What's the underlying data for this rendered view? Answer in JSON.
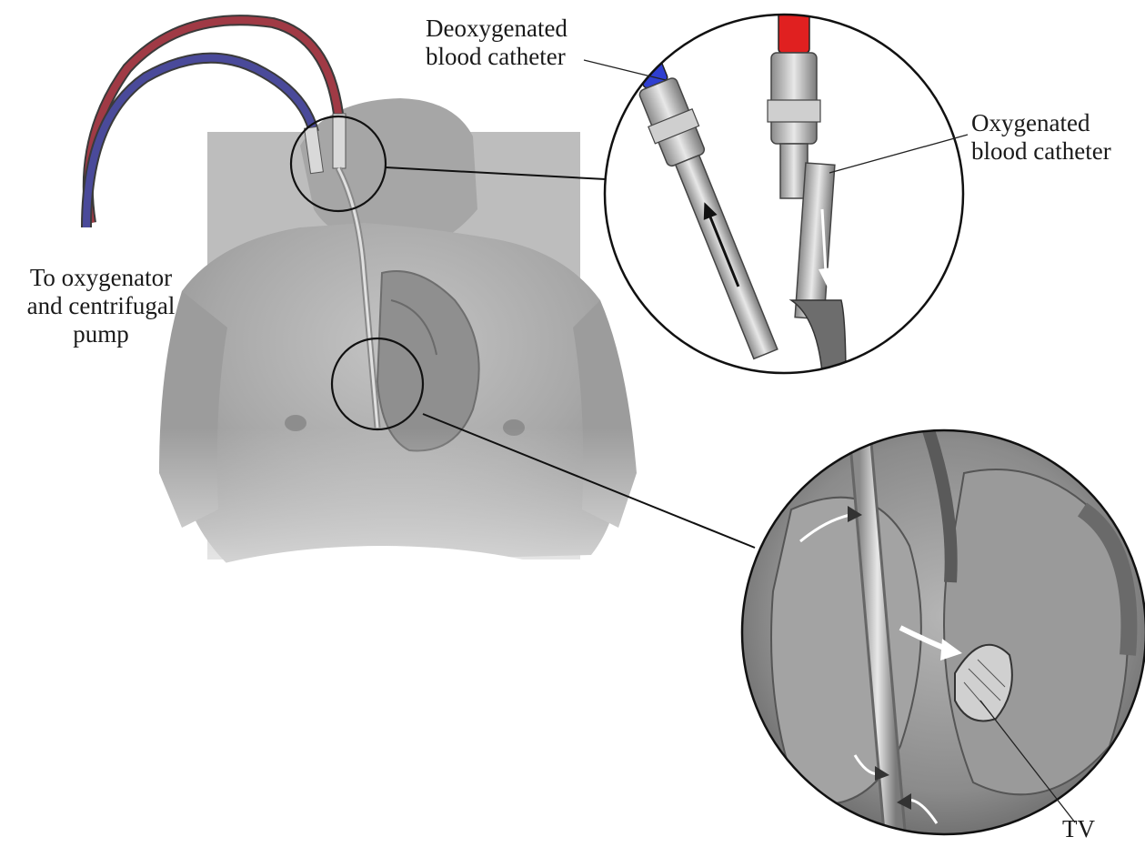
{
  "labels": {
    "deoxygenated": [
      "Deoxygenated",
      "blood catheter"
    ],
    "oxygenated": [
      "Oxygenated",
      "blood catheter"
    ],
    "oxygenator": [
      "To oxygenator",
      "and centrifugal",
      "pump"
    ],
    "tv": "TV"
  },
  "colors": {
    "deoxygenated_tube": "#4a4a9a",
    "oxygenated_tube": "#a03a45",
    "deoxygenated_hub": "#2f3fd0",
    "oxygenated_hub": "#e02020",
    "torso": "#a9a9a9",
    "heart": "#8a8a8a",
    "outline": "#111111"
  }
}
